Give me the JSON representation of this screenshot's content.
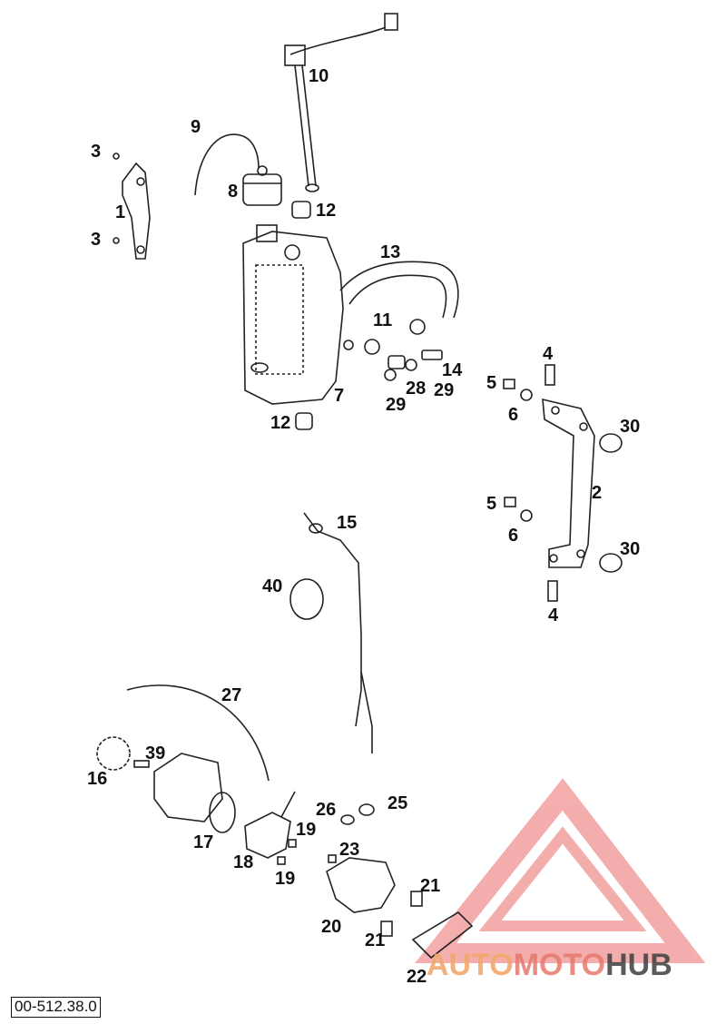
{
  "drawing_number": "00-512.38.0",
  "watermark": {
    "part1": "AUTO",
    "part2": "MOTO",
    "part3": "HUB",
    "colors": [
      "#f2a86d",
      "#e8796e",
      "#3f3f3f"
    ]
  },
  "labels": {
    "l1": "1",
    "l2": "2",
    "l3a": "3",
    "l3b": "3",
    "l4a": "4",
    "l4b": "4",
    "l5a": "5",
    "l5b": "5",
    "l6a": "6",
    "l6b": "6",
    "l7": "7",
    "l8": "8",
    "l9": "9",
    "l10": "10",
    "l11": "11",
    "l12a": "12",
    "l12b": "12",
    "l13": "13",
    "l14": "14",
    "l15": "15",
    "l16": "16",
    "l17": "17",
    "l18": "18",
    "l19a": "19",
    "l19b": "19",
    "l20": "20",
    "l21a": "21",
    "l21b": "21",
    "l22": "22",
    "l23": "23",
    "l25": "25",
    "l26": "26",
    "l27": "27",
    "l28": "28",
    "l29a": "29",
    "l29b": "29",
    "l30a": "30",
    "l30b": "30",
    "l39": "39",
    "l40": "40"
  }
}
